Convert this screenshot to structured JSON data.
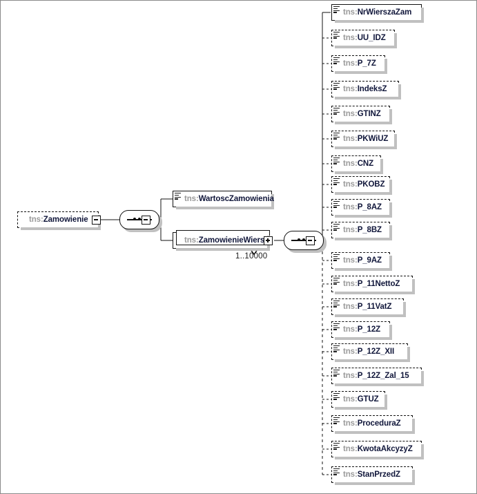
{
  "diagram": {
    "type": "xsd-schema-tree",
    "namespace_prefix": "tns:",
    "root": {
      "name": "tns:Zamowienie",
      "prefix": "tns:",
      "local": "Zamowienie",
      "required": false,
      "toggle": "minus"
    },
    "compositor_label": "sequence",
    "children": [
      {
        "name": "tns:WartoscZamowienia",
        "prefix": "tns:",
        "local": "WartoscZamowienia",
        "required": true,
        "repeating": false
      },
      {
        "name": "tns:ZamowienieWiersz",
        "prefix": "tns:",
        "local": "ZamowienieWiersz",
        "required": true,
        "repeating": true,
        "occurrence": "1..10000",
        "toggle": "plus"
      }
    ],
    "wiersz_children": [
      {
        "prefix": "tns:",
        "local": "NrWierszaZam",
        "required": true
      },
      {
        "prefix": "tns:",
        "local": "UU_IDZ",
        "required": false
      },
      {
        "prefix": "tns:",
        "local": "P_7Z",
        "required": false
      },
      {
        "prefix": "tns:",
        "local": "IndeksZ",
        "required": false
      },
      {
        "prefix": "tns:",
        "local": "GTINZ",
        "required": false
      },
      {
        "prefix": "tns:",
        "local": "PKWiUZ",
        "required": false
      },
      {
        "prefix": "tns:",
        "local": "CNZ",
        "required": false
      },
      {
        "prefix": "tns:",
        "local": "PKOBZ",
        "required": false
      },
      {
        "prefix": "tns:",
        "local": "P_8AZ",
        "required": false
      },
      {
        "prefix": "tns:",
        "local": "P_8BZ",
        "required": false
      },
      {
        "prefix": "tns:",
        "local": "P_9AZ",
        "required": false
      },
      {
        "prefix": "tns:",
        "local": "P_11NettoZ",
        "required": false
      },
      {
        "prefix": "tns:",
        "local": "P_11VatZ",
        "required": false
      },
      {
        "prefix": "tns:",
        "local": "P_12Z",
        "required": false
      },
      {
        "prefix": "tns:",
        "local": "P_12Z_XII",
        "required": false
      },
      {
        "prefix": "tns:",
        "local": "P_12Z_Zal_15",
        "required": false
      },
      {
        "prefix": "tns:",
        "local": "GTUZ",
        "required": false
      },
      {
        "prefix": "tns:",
        "local": "ProceduraZ",
        "required": false
      },
      {
        "prefix": "tns:",
        "local": "KwotaAkcyzyZ",
        "required": false
      },
      {
        "prefix": "tns:",
        "local": "StanPrzedZ",
        "required": false
      }
    ],
    "colors": {
      "namespace_text": "#9a9a9a",
      "element_text": "#10163a",
      "line": "#111111",
      "shadow": "#c0c0c0",
      "background": "#ffffff",
      "canvas_border": "#8a8a8a"
    }
  }
}
